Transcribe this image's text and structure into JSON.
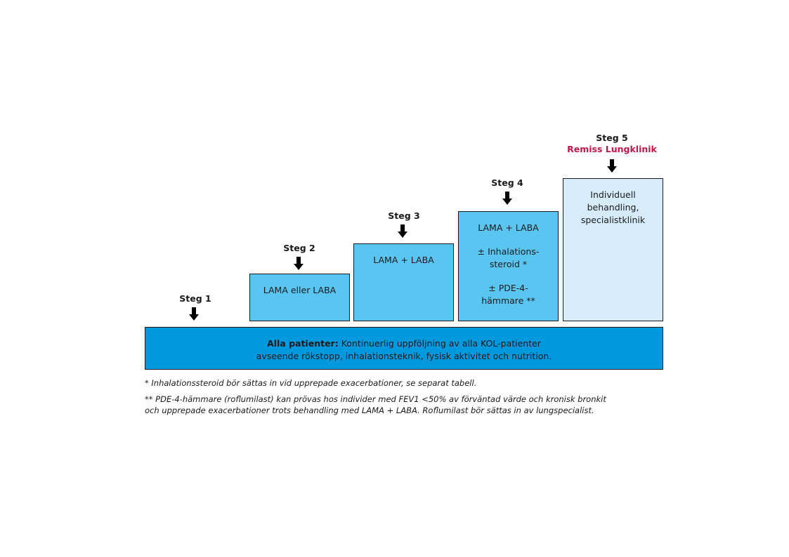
{
  "colors": {
    "base_box": "#0099dd",
    "step_box": "#5bc5f1",
    "step5_box": "#d6ecfb",
    "referral_text": "#c0174a"
  },
  "steps": [
    {
      "label": "Steg 1"
    },
    {
      "label": "Steg 2",
      "box_lines": [
        "LAMA eller LABA"
      ]
    },
    {
      "label": "Steg 3",
      "box_lines": [
        "LAMA + LABA"
      ]
    },
    {
      "label": "Steg 4",
      "box_lines": [
        "LAMA + LABA",
        "± Inhalations-\nsteroid *",
        "± PDE-4-\nhämmare **"
      ]
    },
    {
      "label": "Steg 5",
      "sublabel": "Remiss Lungklinik",
      "box_lines": [
        "Individuell\nbehandling,\nspecialistklinik"
      ]
    }
  ],
  "base": {
    "bold": "Alla patienter:",
    "line1": " Kontinuerlig uppföljning av alla KOL-patienter",
    "line2": "avseende rökstopp, inhalationsteknik, fysisk aktivitet och nutrition."
  },
  "footnotes": [
    "* Inhalationssteroid bör sättas in vid upprepade exacerbationer, se separat tabell.",
    "** PDE-4-hämmare (roflumilast) kan prövas hos individer med FEV1 <50% av förväntad värde och kronisk bronkit",
    "och upprepade exacerbationer trots behandling med LAMA + LABA. Roflumilast bör sättas in av lungspecialist."
  ]
}
